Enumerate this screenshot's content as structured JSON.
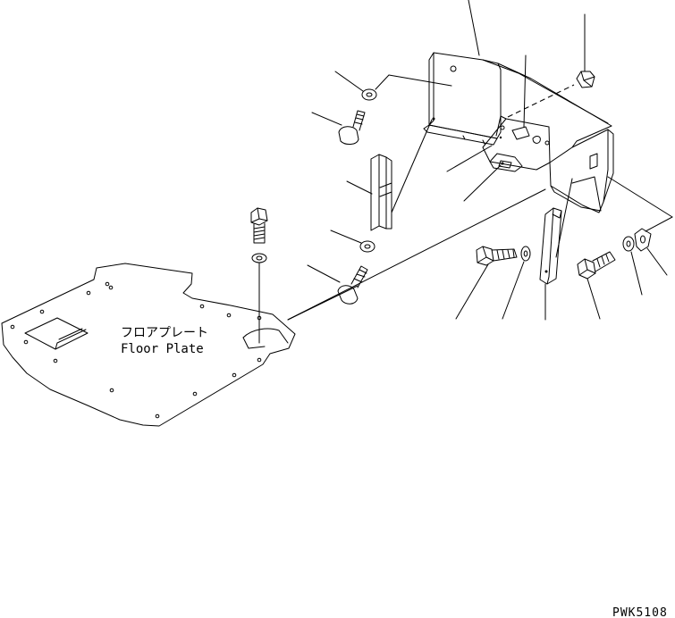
{
  "floor_plate": {
    "label_jp": "フロアプレート",
    "label_en": "Floor Plate"
  },
  "drawing_code": "PWK5108"
}
